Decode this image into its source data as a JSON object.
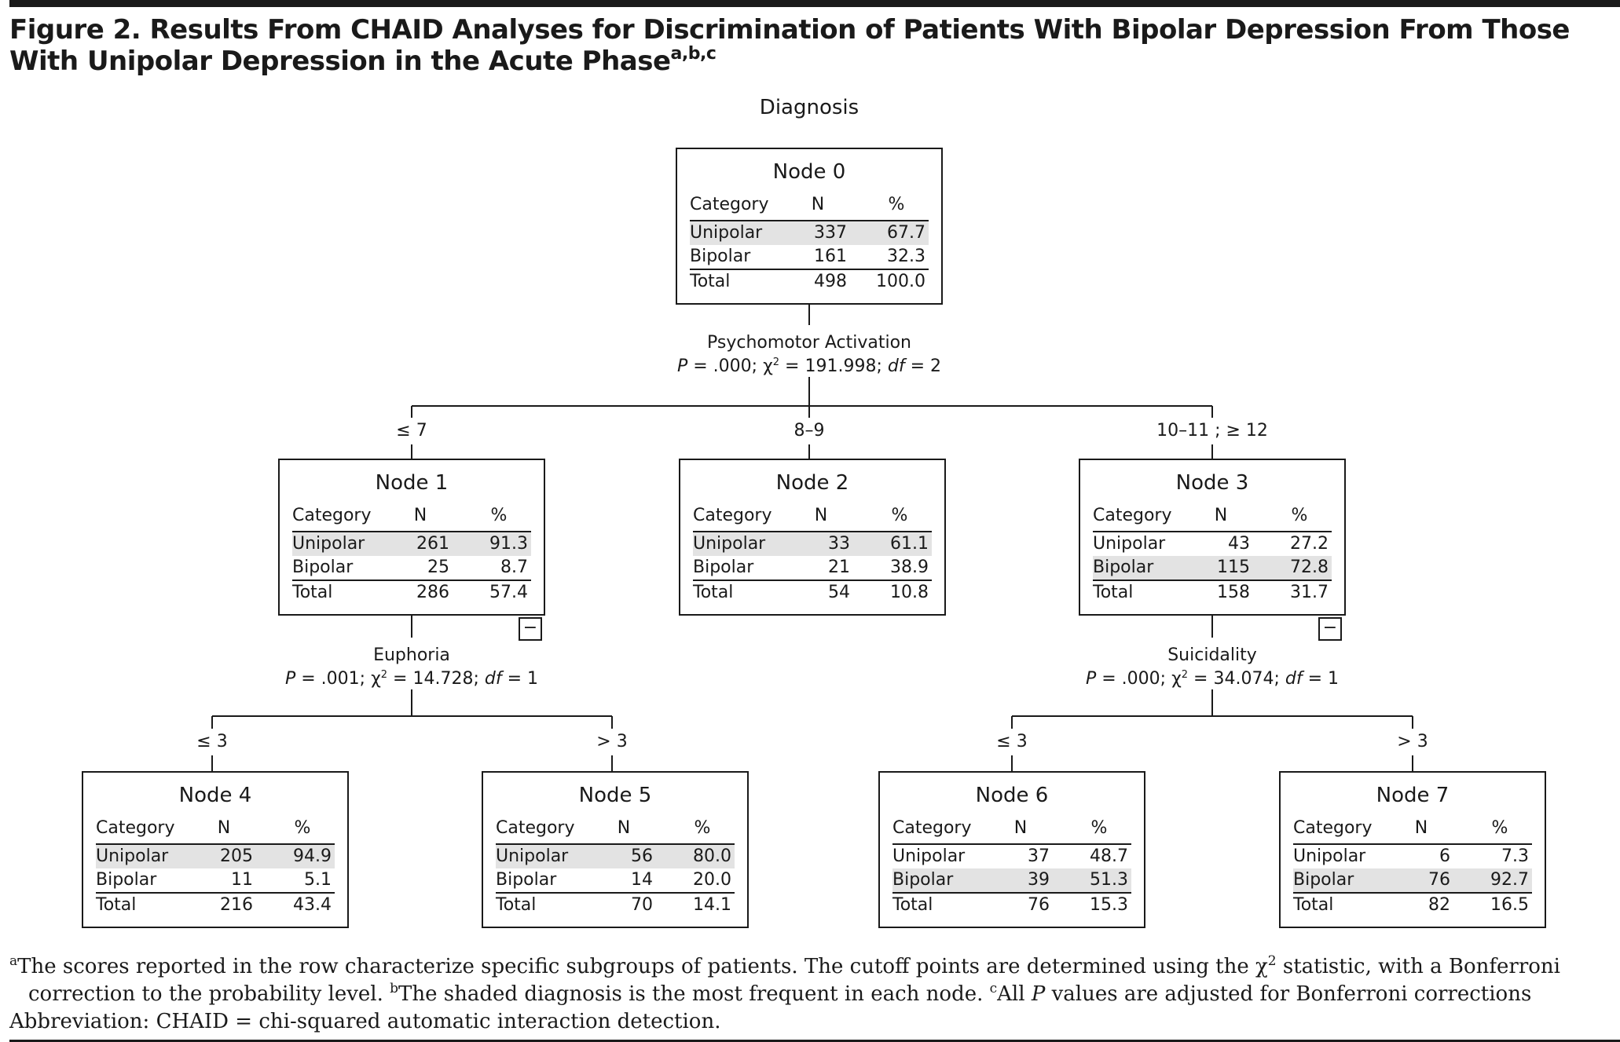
{
  "title": {
    "text": "Figure 2. Results From CHAID Analyses for Discrimination of Patients With Bipolar Depression From Those With Unipolar Depression in the Acute Phase",
    "superscript": "a,b,c"
  },
  "diagram_label": "Diagnosis",
  "table_headers": {
    "category": "Category",
    "n": "N",
    "pct": "%"
  },
  "nodes": [
    {
      "id": "node-0",
      "title": "Node 0",
      "rows": [
        {
          "category": "Unipolar",
          "n": "337",
          "pct": "67.7",
          "shaded": true
        },
        {
          "category": "Bipolar",
          "n": "161",
          "pct": "32.3",
          "shaded": false
        }
      ],
      "total": {
        "label": "Total",
        "n": "498",
        "pct": "100.0"
      }
    },
    {
      "id": "node-1",
      "title": "Node 1",
      "rows": [
        {
          "category": "Unipolar",
          "n": "261",
          "pct": "91.3",
          "shaded": true
        },
        {
          "category": "Bipolar",
          "n": "25",
          "pct": "8.7",
          "shaded": false
        }
      ],
      "total": {
        "label": "Total",
        "n": "286",
        "pct": "57.4"
      },
      "collapse": "−"
    },
    {
      "id": "node-2",
      "title": "Node 2",
      "rows": [
        {
          "category": "Unipolar",
          "n": "33",
          "pct": "61.1",
          "shaded": true
        },
        {
          "category": "Bipolar",
          "n": "21",
          "pct": "38.9",
          "shaded": false
        }
      ],
      "total": {
        "label": "Total",
        "n": "54",
        "pct": "10.8"
      }
    },
    {
      "id": "node-3",
      "title": "Node 3",
      "rows": [
        {
          "category": "Unipolar",
          "n": "43",
          "pct": "27.2",
          "shaded": false
        },
        {
          "category": "Bipolar",
          "n": "115",
          "pct": "72.8",
          "shaded": true
        }
      ],
      "total": {
        "label": "Total",
        "n": "158",
        "pct": "31.7"
      },
      "collapse": "−"
    },
    {
      "id": "node-4",
      "title": "Node 4",
      "rows": [
        {
          "category": "Unipolar",
          "n": "205",
          "pct": "94.9",
          "shaded": true
        },
        {
          "category": "Bipolar",
          "n": "11",
          "pct": "5.1",
          "shaded": false
        }
      ],
      "total": {
        "label": "Total",
        "n": "216",
        "pct": "43.4"
      }
    },
    {
      "id": "node-5",
      "title": "Node 5",
      "rows": [
        {
          "category": "Unipolar",
          "n": "56",
          "pct": "80.0",
          "shaded": true
        },
        {
          "category": "Bipolar",
          "n": "14",
          "pct": "20.0",
          "shaded": false
        }
      ],
      "total": {
        "label": "Total",
        "n": "70",
        "pct": "14.1"
      }
    },
    {
      "id": "node-6",
      "title": "Node 6",
      "rows": [
        {
          "category": "Unipolar",
          "n": "37",
          "pct": "48.7",
          "shaded": false
        },
        {
          "category": "Bipolar",
          "n": "39",
          "pct": "51.3",
          "shaded": true
        }
      ],
      "total": {
        "label": "Total",
        "n": "76",
        "pct": "15.3"
      }
    },
    {
      "id": "node-7",
      "title": "Node 7",
      "rows": [
        {
          "category": "Unipolar",
          "n": "6",
          "pct": "7.3",
          "shaded": false
        },
        {
          "category": "Bipolar",
          "n": "76",
          "pct": "92.7",
          "shaded": true
        }
      ],
      "total": {
        "label": "Total",
        "n": "82",
        "pct": "16.5"
      }
    }
  ],
  "splits": [
    {
      "id": "split-psychomotor",
      "variable": "Psychomotor Activation",
      "p_label": "P",
      "p_value": " = .000; ",
      "chi": "χ",
      "chi_sup": "2",
      "chi_value": " = 191.998; ",
      "df_label": "df",
      "df_value": " = 2"
    },
    {
      "id": "split-euphoria",
      "variable": "Euphoria",
      "p_label": "P",
      "p_value": " = .001; ",
      "chi": "χ",
      "chi_sup": "2",
      "chi_value": " = 14.728; ",
      "df_label": "df",
      "df_value": " = 1"
    },
    {
      "id": "split-suicidality",
      "variable": "Suicidality",
      "p_label": "P",
      "p_value": " = .000; ",
      "chi": "χ",
      "chi_sup": "2",
      "chi_value": " = 34.074; ",
      "df_label": "df",
      "df_value": " = 1"
    }
  ],
  "branches": [
    {
      "id": "branch-le7",
      "label": "≤ 7"
    },
    {
      "id": "branch-8-9",
      "label": "8–9"
    },
    {
      "id": "branch-10-12",
      "label": "10–11 ; ≥ 12"
    },
    {
      "id": "branch-euph-le3",
      "label": "≤ 3"
    },
    {
      "id": "branch-euph-gt3",
      "label": "> 3"
    },
    {
      "id": "branch-suic-le3",
      "label": "≤ 3"
    },
    {
      "id": "branch-suic-gt3",
      "label": "> 3"
    }
  ],
  "footnotes": {
    "a_mark": "a",
    "a_text_1": "The scores reported in the row characterize specific subgroups of patients. The cutoff points are determined using the χ",
    "a_sup": "2",
    "a_text_2": " statistic, with a Bonferroni",
    "a_text_3": "correction to the probability level. ",
    "b_mark": "b",
    "b_text": "The shaded diagnosis is the most frequent in each node. ",
    "c_mark": "c",
    "c_text_1": "All ",
    "c_italic": "P",
    "c_text_2": " values are adjusted for Bonferroni corrections",
    "abbreviation": "Abbreviation: CHAID = chi-squared automatic interaction detection."
  }
}
